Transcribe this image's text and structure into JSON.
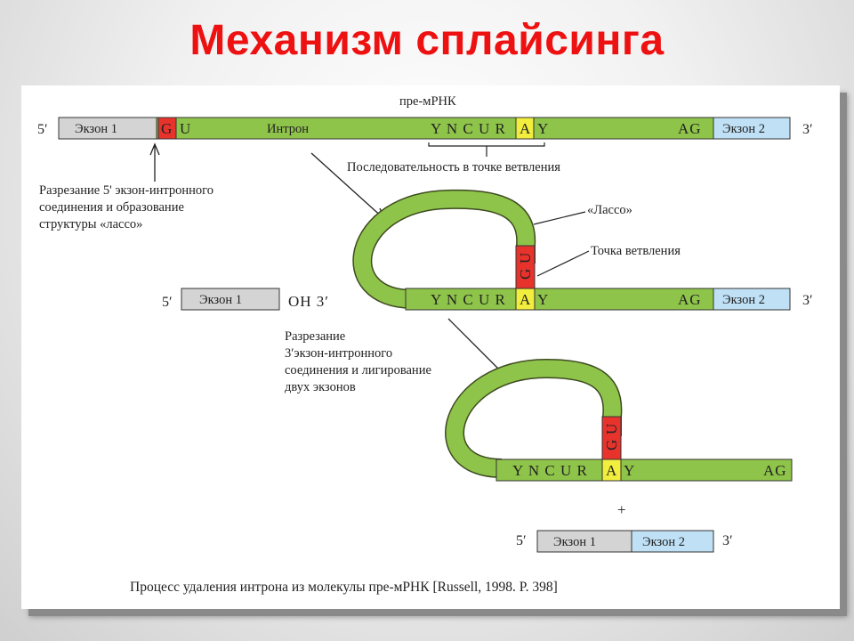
{
  "title": "Механизм сплайсинга",
  "labels": {
    "pre_mrna": "пре-мРНК",
    "exon1": "Экзон 1",
    "exon2": "Экзон 2",
    "intron": "Интрон",
    "g": "G",
    "u": "U",
    "a": "A",
    "y": "Y",
    "seq_prefix": "Y N C U R",
    "seq_prefix_short": "Y N C U R",
    "ag": "AG",
    "five_prime": "5′",
    "three_prime": "3′",
    "oh3": "OH  3′",
    "branch_seq": "Последовательность в точке ветвления",
    "lasso": "«Лассо»",
    "branch_point": "Точка ветвления",
    "plus": "+",
    "step1": [
      "Разрезание 5' экзон-интронного",
      "соединения и образование",
      "структуры «лассо»"
    ],
    "step2": [
      "Разрезание",
      "3′экзон-интронного",
      "соединения и лигирование",
      "двух экзонов"
    ],
    "caption": "Процесс удаления интрона из молекулы пре-мРНК [Russell, 1998. P. 398]"
  },
  "colors": {
    "title": "#ee1111",
    "intron": "#8fc44a",
    "exon1": "#d4d4d4",
    "exon2": "#bfe0f5",
    "gu": "#e8332d",
    "a": "#f2ee3d"
  }
}
